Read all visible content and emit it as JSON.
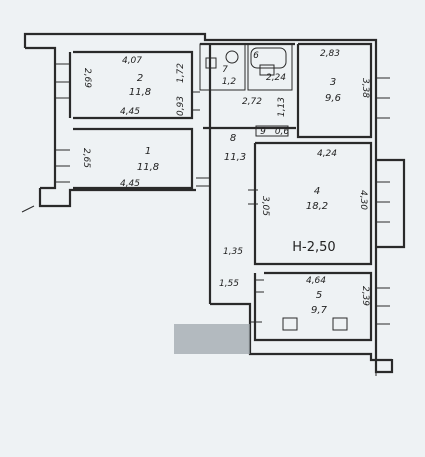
{
  "rooms": [
    {
      "id": "room-1",
      "number": "1",
      "area": "11,8",
      "width": "4,45",
      "depth": "2,65"
    },
    {
      "id": "room-2",
      "number": "2",
      "area": "11,8",
      "width_top": "4,07",
      "width_bottom": "4,45",
      "depth": "2,69"
    },
    {
      "id": "room-3",
      "number": "3",
      "area": "9,6",
      "width": "2,83",
      "depth": "3,38"
    },
    {
      "id": "room-4",
      "number": "4",
      "area": "18,2",
      "width": "4,24",
      "depth_left": "3,05",
      "depth_right": "4,30",
      "ceiling": "Н-2,50"
    },
    {
      "id": "room-5",
      "number": "5",
      "area": "9,7",
      "width": "4,64",
      "depth": "2,39"
    },
    {
      "id": "room-6",
      "number": "6",
      "area": "2,24"
    },
    {
      "id": "room-7",
      "number": "7",
      "area": "1,2"
    },
    {
      "id": "room-8",
      "number": "8",
      "area": "11,3",
      "width_1": "1,35",
      "width_2": "1,55"
    },
    {
      "id": "room-9",
      "number": "9",
      "area": "0,6"
    }
  ],
  "dims": {
    "d_172": "1,72",
    "d_093": "0,93",
    "d_272": "2,72",
    "d_113": "1,13"
  }
}
